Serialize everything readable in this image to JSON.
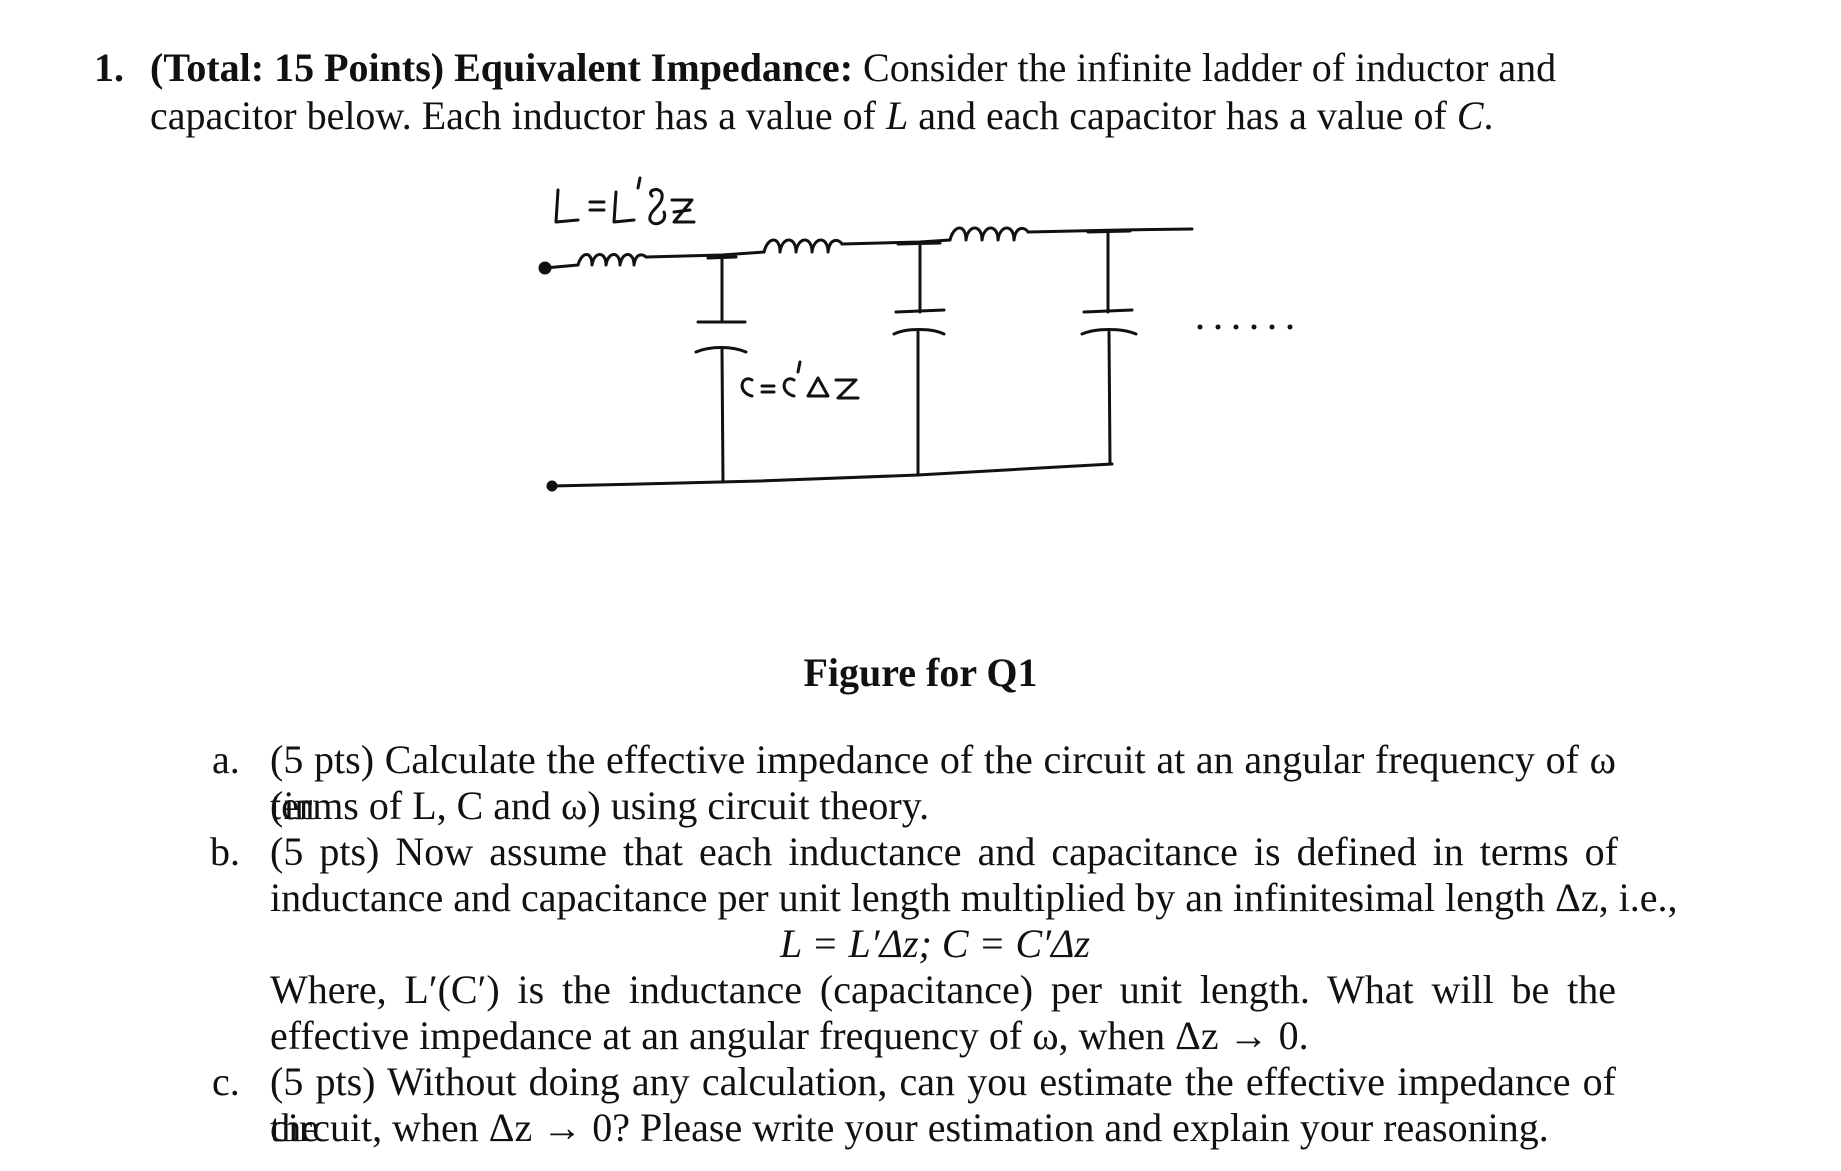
{
  "problem": {
    "number": "1.",
    "title_bold": "(Total: 15 Points) Equivalent Impedance:",
    "intro_line1": "Consider the infinite ladder of inductor and",
    "intro_line2_a": "capacitor below. Each inductor has a value of ",
    "L": "L",
    "intro_line2_b": " and each capacitor has a value of ",
    "C": "C",
    "intro_line2_c": "."
  },
  "figure": {
    "label_L": "L=L′δz",
    "label_C": "C=c′Δz",
    "ellipsis": "· · · · ·",
    "caption": "Figure for Q1"
  },
  "parts": {
    "a": {
      "marker": "a.",
      "line1": "(5 pts) Calculate the effective impedance of the circuit at an angular frequency of ω (in",
      "line2": "terms of L, C and ω) using circuit theory."
    },
    "b": {
      "marker": "b.",
      "line1": "(5 pts) Now assume that each inductance and capacitance is defined in terms of",
      "line2": "inductance and capacitance per unit length multiplied by an infinitesimal length Δz, i.e.,",
      "equation": "L = L′Δz; C = C′Δz",
      "line3": "Where, L′(C′) is the inductance (capacitance) per unit length. What will be the",
      "line4": "effective impedance at an angular frequency of ω, when Δz → 0."
    },
    "c": {
      "marker": "c.",
      "line1": "(5 pts) Without doing any calculation, can you estimate the effective impedance of the",
      "line2": "circuit, when Δz → 0? Please write your estimation and explain your reasoning."
    }
  }
}
